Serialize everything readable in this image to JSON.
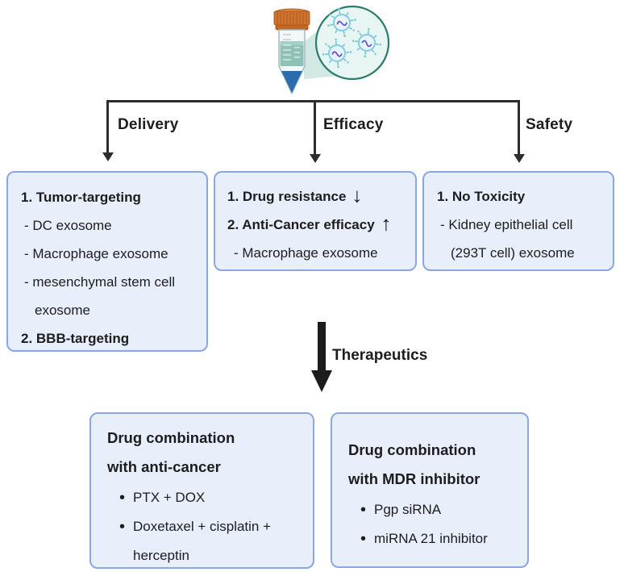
{
  "source": {
    "tube_icon": "centrifuge-tube-exosome-sample",
    "magnifier_icon": "magnified-exosome-particles"
  },
  "branches": {
    "delivery": {
      "label": "Delivery",
      "lines": [
        "1. Tumor-targeting",
        "- DC exosome",
        "- Macrophage exosome",
        "- mesenchymal stem cell exosome",
        "2. BBB-targeting"
      ]
    },
    "efficacy": {
      "label": "Efficacy",
      "line1": "1. Drug resistance",
      "line1_arrow": "↓",
      "line2": "2. Anti-Cancer efficacy",
      "line2_arrow": "↑",
      "line3": "- Macrophage exosome"
    },
    "safety": {
      "label": "Safety",
      "line1": "1. No Toxicity",
      "line2": "- Kidney epithelial cell (293T cell) exosome"
    }
  },
  "therapeutics": {
    "label": "Therapeutics",
    "anti_cancer_box": {
      "title1": "Drug combination",
      "title2": "with anti-cancer",
      "bullets": [
        "PTX + DOX",
        "Doxetaxel + cisplatin + herceptin"
      ]
    },
    "mdr_box": {
      "title1": "Drug combination",
      "title2": "with MDR inhibitor",
      "bullets": [
        "Pgp siRNA",
        "miRNA 21 inhibitor"
      ]
    }
  },
  "colors": {
    "box_fill": "#e9eefb",
    "box_border": "#89a7e3",
    "line_black": "#2c2c2c",
    "cap_orange": "#d0732e",
    "liquid_teal": "#8fc2b5",
    "liquid_blue": "#2a6cad",
    "circle_fill": "#e7f6f3",
    "circle_border": "#2d7c6b",
    "exosome_spike": "#79c4d4",
    "rna_purple": "#5b52c5"
  }
}
